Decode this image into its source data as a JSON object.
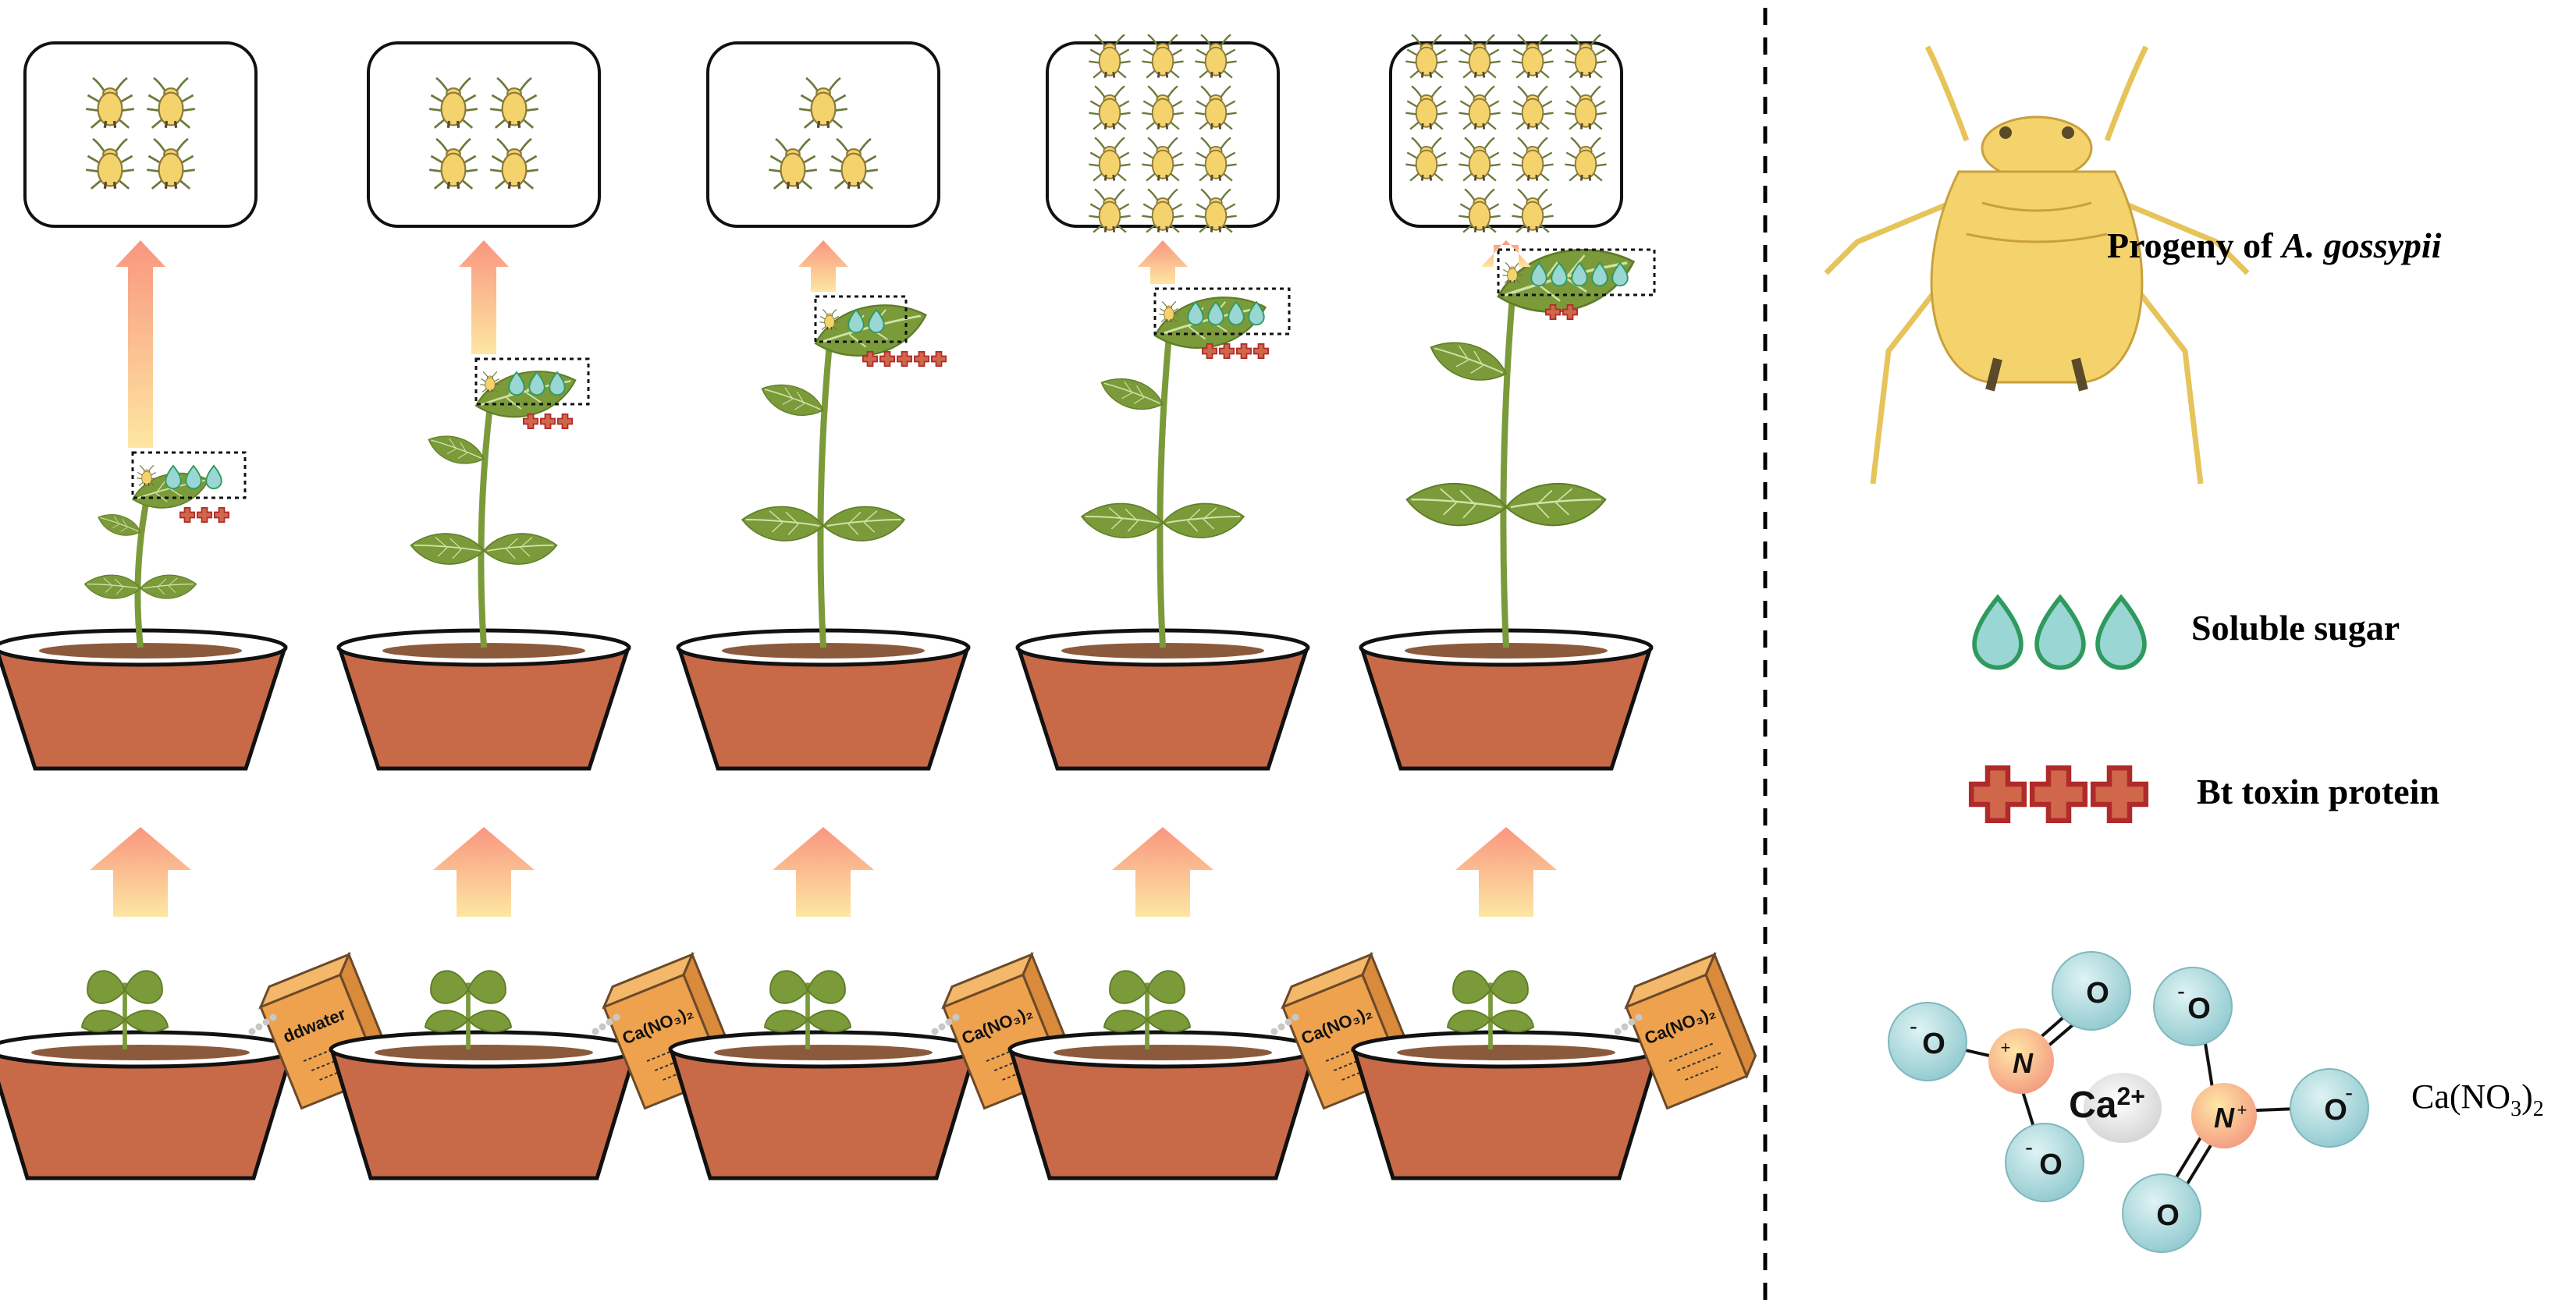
{
  "groups": [
    {
      "bag_label": "ddwater",
      "aphids": 4,
      "sugar_drops": 3,
      "toxin_crosses": 3
    },
    {
      "bag_label": "Ca(NO₃)₂",
      "aphids": 4,
      "sugar_drops": 3,
      "toxin_crosses": 3
    },
    {
      "bag_label": "Ca(NO₃)₂",
      "aphids": 3,
      "sugar_drops": 2,
      "toxin_crosses": 5
    },
    {
      "bag_label": "Ca(NO₃)₂",
      "aphids": 12,
      "sugar_drops": 4,
      "toxin_crosses": 4
    },
    {
      "bag_label": "Ca(NO₃)₂",
      "aphids": 14,
      "sugar_drops": 5,
      "toxin_crosses": 2
    }
  ],
  "legend": {
    "progeny_prefix": "Progeny of ",
    "progeny_species": "A. gossypii",
    "soluble_sugar": "Soluble sugar",
    "bt_toxin": "Bt toxin protein",
    "formula_main": "Ca(NO",
    "formula_sub3": "3",
    "formula_close": ")",
    "formula_sub2": "2"
  },
  "molecule": {
    "calcium": "Ca",
    "calcium_charge": "2+",
    "nitrogen": "N",
    "oxygen": "O"
  },
  "colors": {
    "leaf": "#7b9a3a",
    "leaf_dark": "#5f7d27",
    "pot": "#c86a48",
    "aphid": "#f5d36c",
    "sugar": "#8fd4cf",
    "toxin": "#d0674a",
    "bag": "#efa24e"
  }
}
